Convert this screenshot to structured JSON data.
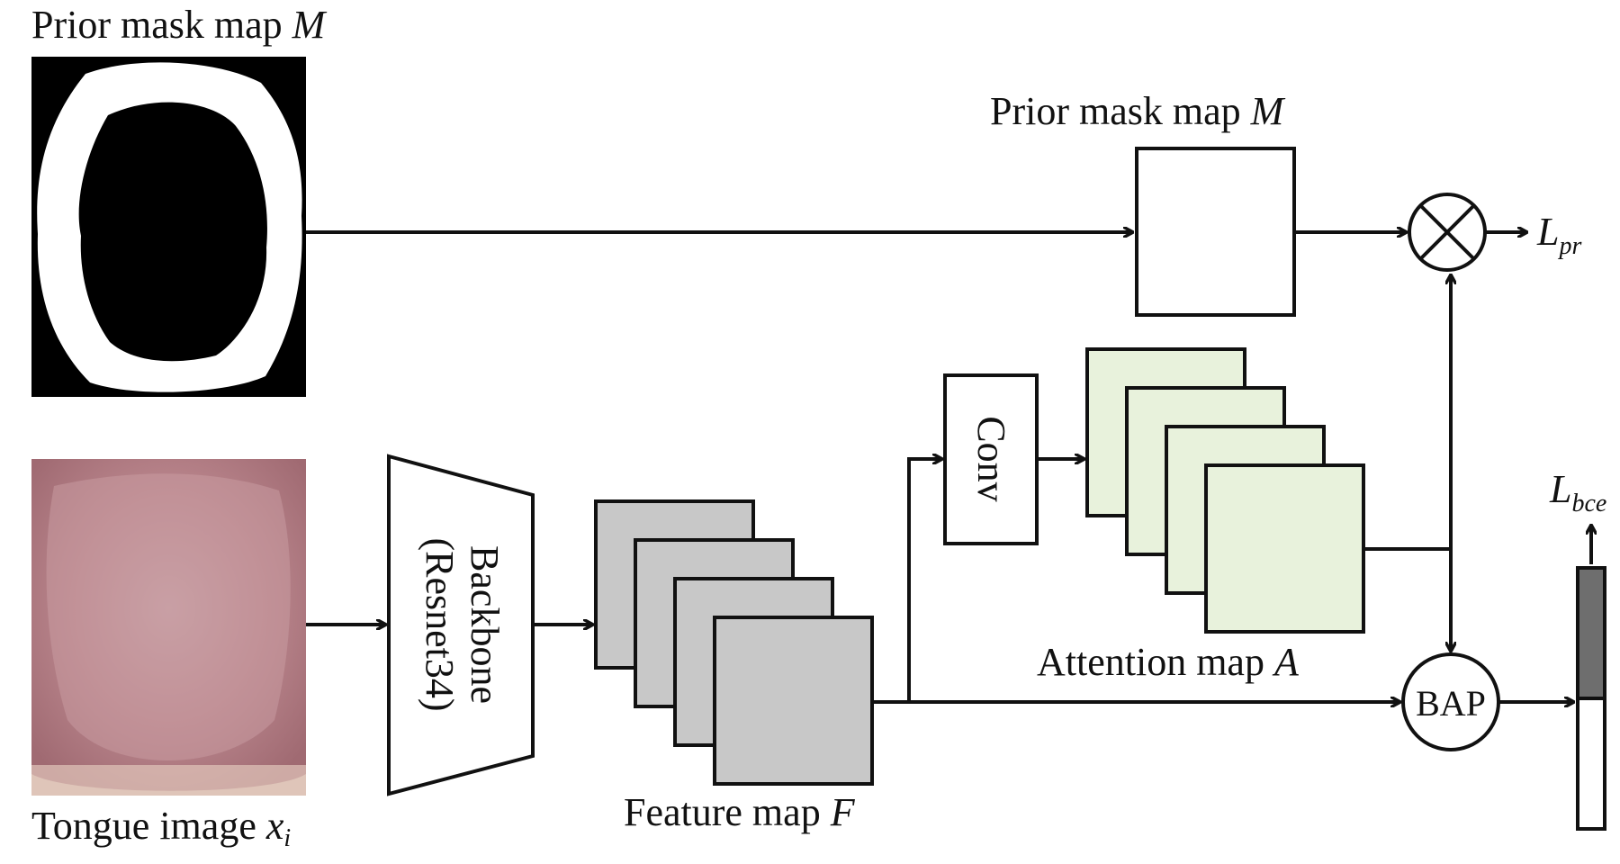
{
  "labels": {
    "prior_mask_top": {
      "text": "Prior mask map ",
      "var": "M"
    },
    "prior_mask_right": {
      "text": "Prior mask map ",
      "var": "M"
    },
    "tongue": {
      "text": "Tongue image ",
      "var": "x",
      "sub": "i"
    },
    "backbone_line1": "Backbone",
    "backbone_line2": "(Resnet34)",
    "feature": {
      "text": "Feature map ",
      "var": "F"
    },
    "conv": "Conv",
    "attention": {
      "text": "Attention map ",
      "var": "A"
    },
    "bap": "BAP",
    "loss_pr": {
      "var": "L",
      "sub": "pr"
    },
    "loss_bce": {
      "var": "L",
      "sub": "bce"
    }
  },
  "colors": {
    "feature_fill": "#c8c8c8",
    "attention_fill": "#e8f2dc",
    "vector_top": "#6e6e6e",
    "mask_bg": "#000000",
    "mask_ring": "#ffffff",
    "tongue": "#b9858c"
  },
  "icons": {
    "multiply": "circle-times-icon"
  }
}
